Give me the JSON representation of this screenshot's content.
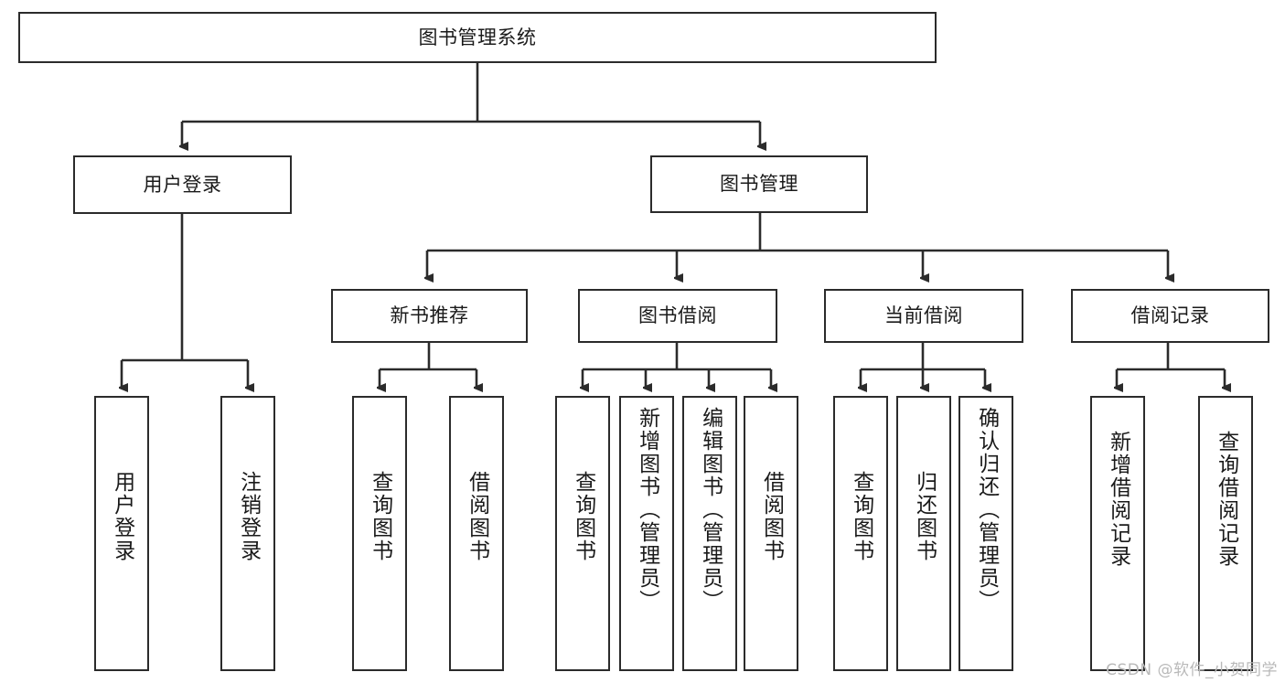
{
  "diagram": {
    "type": "tree-hierarchy-chart",
    "title": "图书管理系统",
    "watermark": "CSDN @软件_小贺同学",
    "colors": {
      "stroke": "#2b2b2b",
      "fill": "#ffffff",
      "text": "#1a1a1a",
      "watermark": "#b9b9b9"
    },
    "levels": {
      "root": {
        "label": "图书管理系统"
      },
      "level2": [
        {
          "id": "user-login",
          "label": "用户登录"
        },
        {
          "id": "book-management",
          "label": "图书管理"
        }
      ],
      "level3": [
        {
          "id": "new-book-recommend",
          "label": "新书推荐",
          "parent": "book-management"
        },
        {
          "id": "book-borrow",
          "label": "图书借阅",
          "parent": "book-management"
        },
        {
          "id": "current-borrow",
          "label": "当前借阅",
          "parent": "book-management"
        },
        {
          "id": "borrow-record",
          "label": "借阅记录",
          "parent": "book-management"
        }
      ],
      "leaves": {
        "user-login": [
          {
            "id": "leaf-user-login",
            "label": "用户登录"
          },
          {
            "id": "leaf-logout",
            "label": "注销登录"
          }
        ],
        "new-book-recommend": [
          {
            "id": "leaf-query-book-1",
            "label": "查询图书"
          },
          {
            "id": "leaf-borrow-book-1",
            "label": "借阅图书"
          }
        ],
        "book-borrow": [
          {
            "id": "leaf-query-book-2",
            "label": "查询图书"
          },
          {
            "id": "leaf-add-book",
            "label": "新增图书（管理员）"
          },
          {
            "id": "leaf-edit-book",
            "label": "编辑图书（管理员）"
          },
          {
            "id": "leaf-borrow-book-2",
            "label": "借阅图书"
          }
        ],
        "current-borrow": [
          {
            "id": "leaf-query-book-3",
            "label": "查询图书"
          },
          {
            "id": "leaf-return-book",
            "label": "归还图书"
          },
          {
            "id": "leaf-confirm-return",
            "label": "确认归还（管理员）"
          }
        ],
        "borrow-record": [
          {
            "id": "leaf-add-record",
            "label": "新增借阅记录"
          },
          {
            "id": "leaf-query-record",
            "label": "查询借阅记录"
          }
        ]
      }
    }
  }
}
